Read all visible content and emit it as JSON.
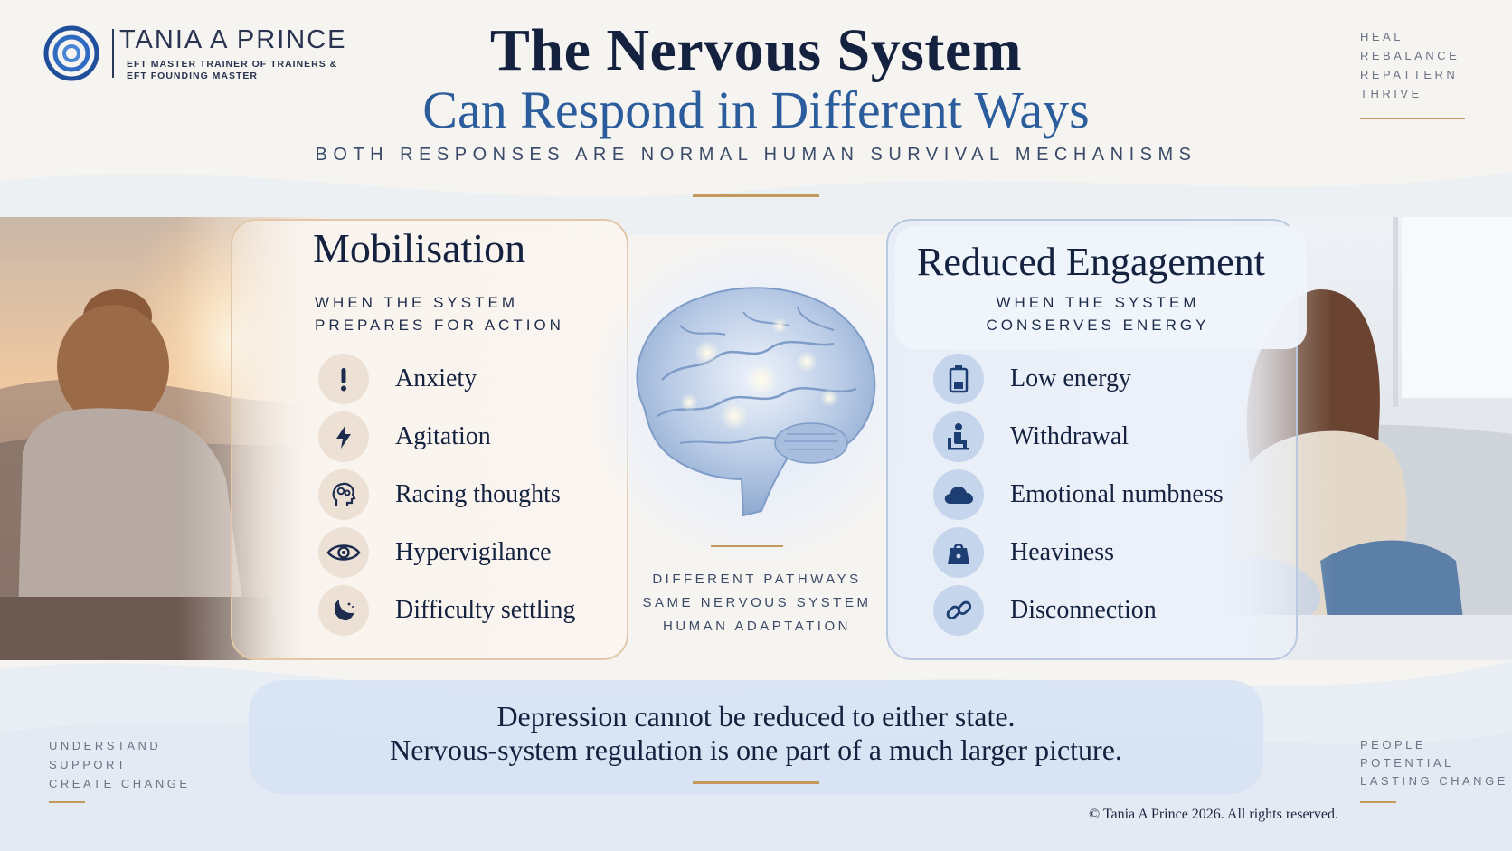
{
  "brand": {
    "name": "TANIA A PRINCE",
    "subtitle_line1": "EFT MASTER TRAINER OF TRAINERS &",
    "subtitle_line2": "EFT FOUNDING MASTER"
  },
  "header": {
    "title_line1": "The Nervous System",
    "title_line2": "Can Respond in Different Ways",
    "subtitle": "BOTH RESPONSES ARE NORMAL HUMAN SURVIVAL MECHANISMS"
  },
  "corner_top_right": [
    "HEAL",
    "REBALANCE",
    "REPATTERN",
    "THRIVE"
  ],
  "corner_bottom_left": [
    "UNDERSTAND",
    "SUPPORT",
    "CREATE CHANGE"
  ],
  "corner_bottom_right": [
    "PEOPLE",
    "POTENTIAL",
    "LASTING CHANGE"
  ],
  "mobilisation": {
    "title": "Mobilisation",
    "sub_line1": "WHEN THE SYSTEM",
    "sub_line2": "PREPARES FOR ACTION",
    "items": [
      {
        "label": "Anxiety",
        "icon": "exclamation-icon"
      },
      {
        "label": "Agitation",
        "icon": "lightning-icon"
      },
      {
        "label": "Racing thoughts",
        "icon": "head-gears-icon"
      },
      {
        "label": "Hypervigilance",
        "icon": "eye-icon"
      },
      {
        "label": "Difficulty settling",
        "icon": "moon-icon"
      }
    ]
  },
  "reduced": {
    "title": "Reduced Engagement",
    "sub_line1": "WHEN THE SYSTEM",
    "sub_line2": "CONSERVES ENERGY",
    "items": [
      {
        "label": "Low energy",
        "icon": "battery-icon"
      },
      {
        "label": "Withdrawal",
        "icon": "seated-person-icon"
      },
      {
        "label": "Emotional numbness",
        "icon": "cloud-icon"
      },
      {
        "label": "Heaviness",
        "icon": "weight-icon"
      },
      {
        "label": "Disconnection",
        "icon": "broken-link-icon"
      }
    ]
  },
  "center_caption": [
    "DIFFERENT PATHWAYS",
    "SAME NERVOUS SYSTEM",
    "HUMAN ADAPTATION"
  ],
  "bottom": {
    "line1": "Depression cannot be reduced to either state.",
    "line2": "Nervous-system regulation is one part of a much larger picture."
  },
  "copyright": "© Tania A Prince 2026. All rights reserved.",
  "colors": {
    "navy": "#14213f",
    "blue": "#2b5c9b",
    "gold": "#c49a5c",
    "beige_icon": "#ece1d4",
    "blue_icon": "#c5d5ec"
  }
}
